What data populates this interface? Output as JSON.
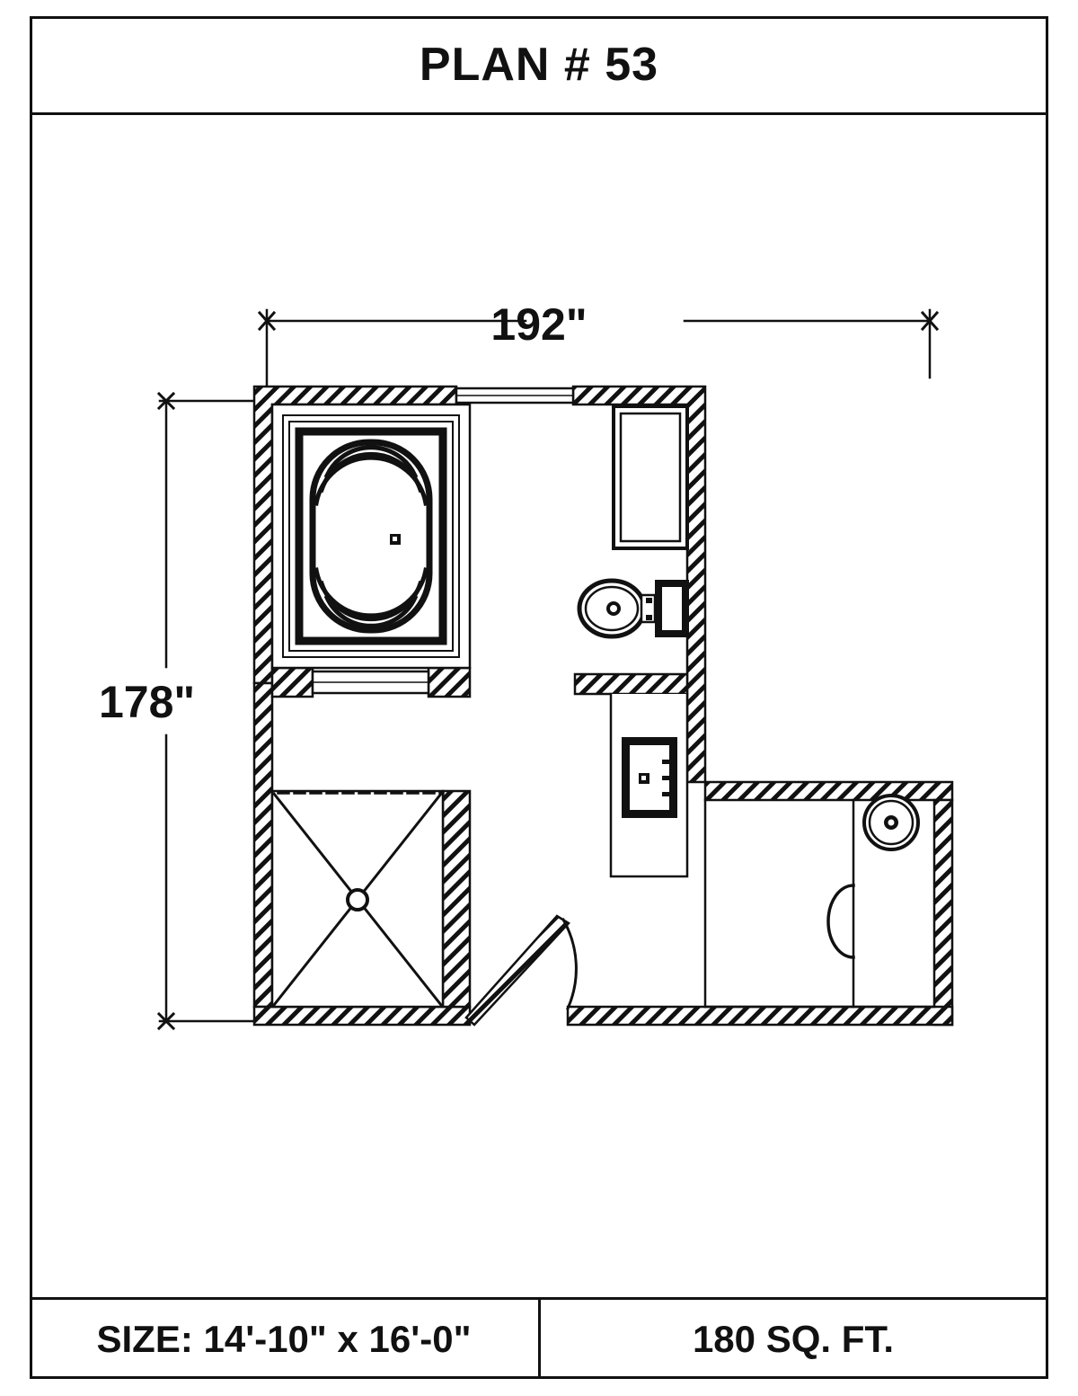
{
  "sheet": {
    "title": "PLAN # 53"
  },
  "footer": {
    "size_label": "SIZE:  14'-10\" x 16'-0\"",
    "area_label": "180 SQ. FT."
  },
  "dimensions": {
    "horizontal": "192\"",
    "vertical": "178\""
  },
  "plan": {
    "type": "bathroom-floor-plan",
    "fixtures": [
      {
        "name": "bathtub",
        "label": "oval soaking tub in rectangular deck, upper-left"
      },
      {
        "name": "linen-cabinet",
        "label": "tall cabinet against right wall, upper-right"
      },
      {
        "name": "toilet",
        "label": "water closet with tank against right wall"
      },
      {
        "name": "vanity-sink-rect",
        "label": "rectangular lavatory in vanity alcove, center"
      },
      {
        "name": "shower-stall",
        "label": "square shower with center drain, lower-left"
      },
      {
        "name": "vanity-sink-round",
        "label": "round lavatory in counter, lower-right"
      },
      {
        "name": "entry-door",
        "label": "swing door at bottom wall"
      },
      {
        "name": "window-top",
        "label": "window in top exterior wall"
      },
      {
        "name": "window-tub-wall",
        "label": "opening in partial wall below tub"
      }
    ]
  }
}
